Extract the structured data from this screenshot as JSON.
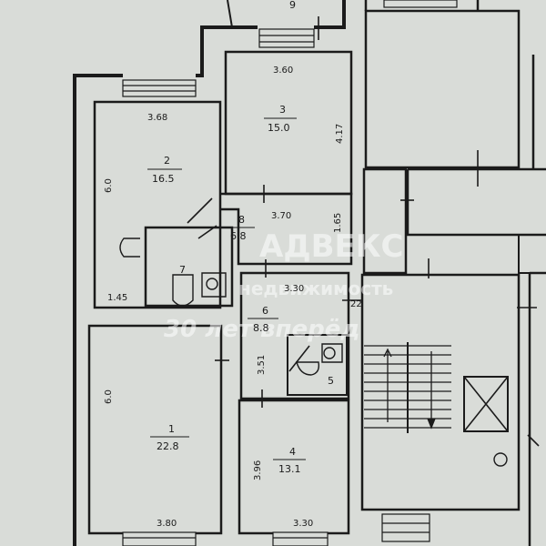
{
  "rooms": [
    {
      "number": "1",
      "area": "22.8"
    },
    {
      "number": "2",
      "area": "16.5"
    },
    {
      "number": "3",
      "area": "15.0"
    },
    {
      "number": "4",
      "area": "13.1"
    },
    {
      "number": "5",
      "area": ""
    },
    {
      "number": "6",
      "area": "8.8"
    },
    {
      "number": "7",
      "area": ""
    },
    {
      "number": "8",
      "area": "6.8"
    },
    {
      "number": "9",
      "area": ""
    }
  ],
  "dimensions": {
    "room3_width": "3.60",
    "room3_height": "4.17",
    "room2_width": "3.68",
    "room2_height": "6.0",
    "room8_width": "3.70",
    "room8_height": "1.65",
    "room7_width": "1.45",
    "room6_width": "3.30",
    "room6_height": "3.51",
    "room1_height": "6.0",
    "room1_width": "3.80",
    "room4_height": "3.96",
    "room4_width": "3.30",
    "corridor_mark": "22"
  },
  "watermark": {
    "brand": "АДВЕКС",
    "subtitle": "недвижимость",
    "tagline": "30 лет вперёд"
  },
  "colors": {
    "paper": "#d9dcd8",
    "wall": "#1b1b1b",
    "room_fill": "#dfe2de"
  }
}
